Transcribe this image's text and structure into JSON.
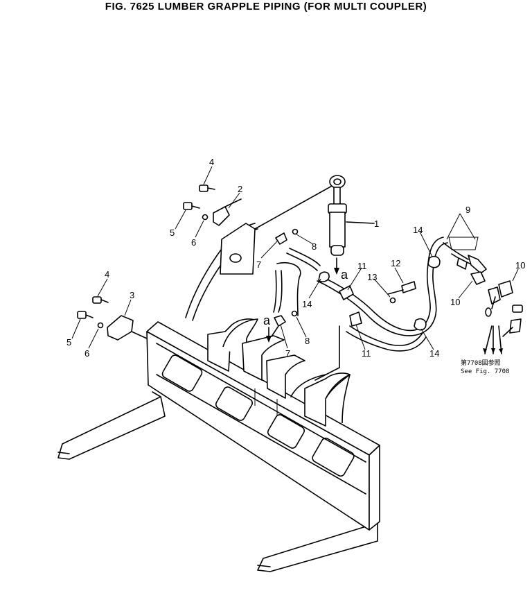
{
  "figure": {
    "title": "FIG. 7625 LUMBER GRAPPLE PIPING (FOR MULTI COUPLER)"
  },
  "callouts": [
    {
      "id": "1",
      "label": "1"
    },
    {
      "id": "2",
      "label": "2"
    },
    {
      "id": "3",
      "label": "3"
    },
    {
      "id": "4a",
      "label": "4"
    },
    {
      "id": "4b",
      "label": "4"
    },
    {
      "id": "5a",
      "label": "5"
    },
    {
      "id": "5b",
      "label": "5"
    },
    {
      "id": "6a",
      "label": "6"
    },
    {
      "id": "6b",
      "label": "6"
    },
    {
      "id": "7a",
      "label": "7"
    },
    {
      "id": "7b",
      "label": "7"
    },
    {
      "id": "8a",
      "label": "8"
    },
    {
      "id": "8b",
      "label": "8"
    },
    {
      "id": "9",
      "label": "9"
    },
    {
      "id": "10a",
      "label": "10"
    },
    {
      "id": "10b",
      "label": "10"
    },
    {
      "id": "11a",
      "label": "11"
    },
    {
      "id": "11b",
      "label": "11"
    },
    {
      "id": "12",
      "label": "12"
    },
    {
      "id": "13",
      "label": "13"
    },
    {
      "id": "14a",
      "label": "14"
    },
    {
      "id": "14b",
      "label": "14"
    },
    {
      "id": "14c",
      "label": "14"
    }
  ],
  "markers": {
    "a_upper": "a",
    "a_lower": "a"
  },
  "reference": {
    "line1": "第7708図参照",
    "line2": "See Fig. 7708"
  }
}
